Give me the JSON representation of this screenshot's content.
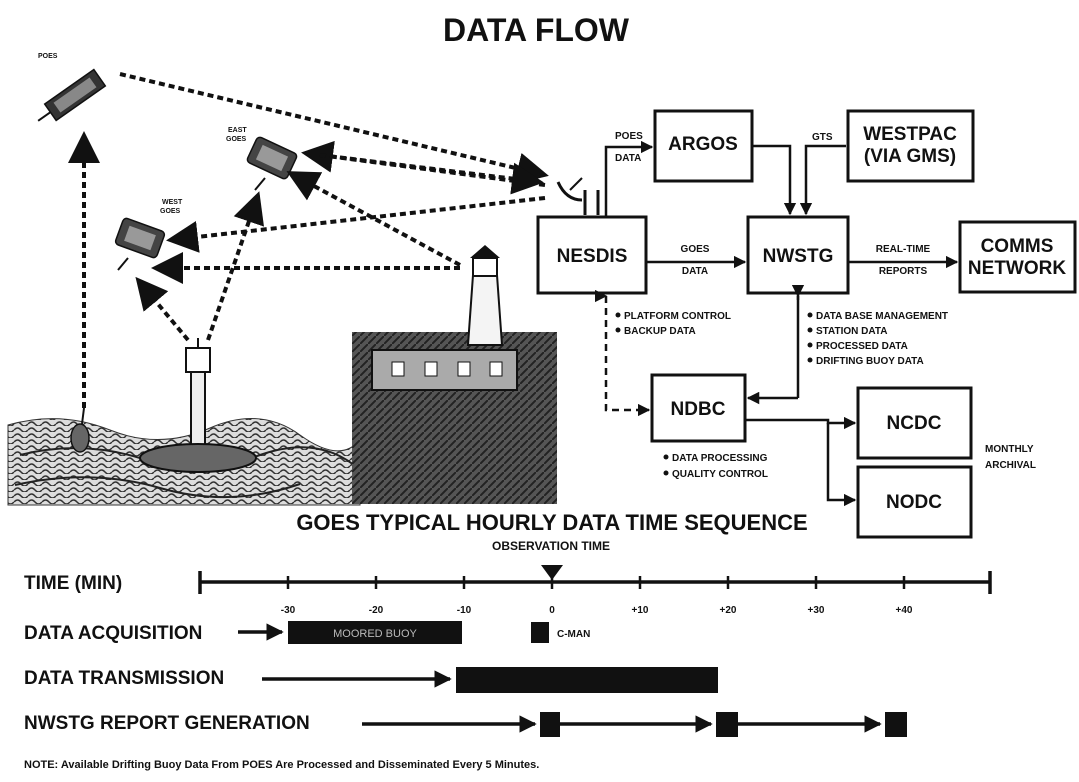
{
  "title": "DATA FLOW",
  "satellites": {
    "poes": "POES",
    "east_goes_1": "EAST",
    "east_goes_2": "GOES",
    "west_goes_1": "WEST",
    "west_goes_2": "GOES"
  },
  "boxes": {
    "argos": "ARGOS",
    "westpac_1": "WESTPAC",
    "westpac_2": "(VIA GMS)",
    "nesdis": "NESDIS",
    "nwstg": "NWSTG",
    "comms_1": "COMMS",
    "comms_2": "NETWORK",
    "ndbc": "NDBC",
    "ncdc": "NCDC",
    "nodc": "NODC"
  },
  "edge_labels": {
    "poes_data_1": "POES",
    "poes_data_2": "DATA",
    "gts": "GTS",
    "goes_data_1": "GOES",
    "goes_data_2": "DATA",
    "real_time_1": "REAL-TIME",
    "real_time_2": "REPORTS",
    "monthly_1": "MONTHLY",
    "monthly_2": "ARCHIVAL"
  },
  "bullets": {
    "nesdis": [
      "PLATFORM CONTROL",
      "BACKUP DATA"
    ],
    "nwstg": [
      "DATA BASE MANAGEMENT",
      "STATION DATA",
      "PROCESSED DATA",
      "DRIFTING BUOY DATA"
    ],
    "ndbc": [
      "DATA PROCESSING",
      "QUALITY CONTROL"
    ]
  },
  "sequence": {
    "title": "GOES TYPICAL HOURLY DATA TIME SEQUENCE",
    "observation_label": "OBSERVATION TIME",
    "time_label": "TIME (MIN)",
    "ticks": [
      "-30",
      "-20",
      "-10",
      "0",
      "+10",
      "+20",
      "+30",
      "+40"
    ],
    "rows": {
      "acquisition": "DATA ACQUISITION",
      "transmission": "DATA TRANSMISSION",
      "report": "NWSTG REPORT GENERATION"
    },
    "moored_buoy": "MOORED BUOY",
    "cman": "C-MAN"
  },
  "note": "NOTE:  Available Drifting Buoy Data From POES Are Processed and Disseminated Every 5 Minutes."
}
